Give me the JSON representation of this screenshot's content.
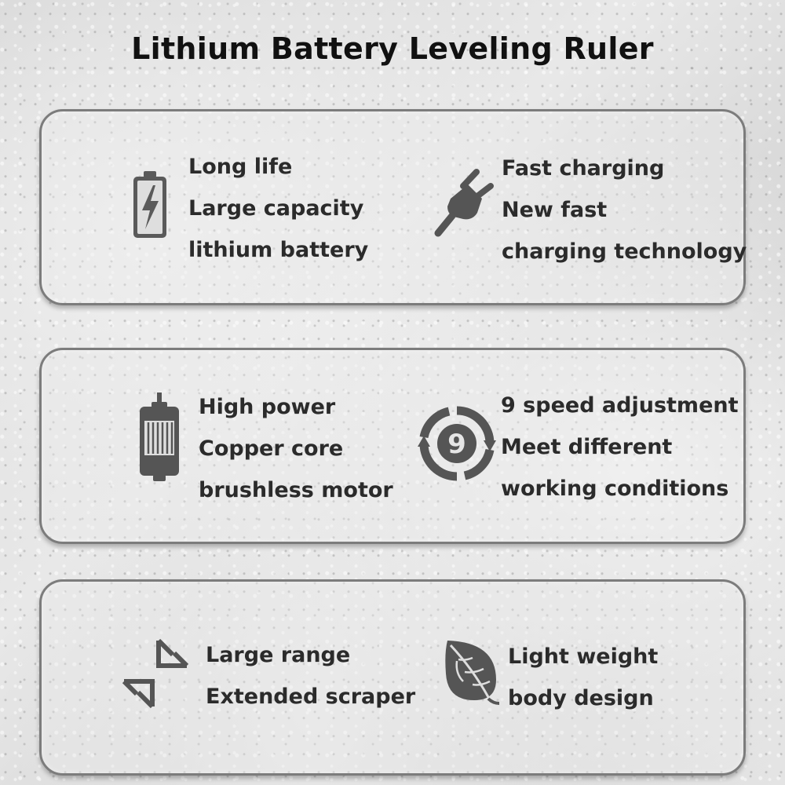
{
  "title": "Lithium Battery Leveling Ruler",
  "accent_color": "#5a5a5a",
  "panels": [
    {
      "left": {
        "icon": "battery-charging-icon",
        "lines": [
          "Long life",
          "Large capacity",
          "lithium battery"
        ]
      },
      "right": {
        "icon": "power-plug-icon",
        "lines": [
          "Fast charging",
          "New fast",
          "charging technology"
        ]
      }
    },
    {
      "left": {
        "icon": "motor-icon",
        "lines": [
          "High power",
          "Copper core",
          "brushless motor"
        ]
      },
      "right": {
        "icon": "speed-9-cycle-icon",
        "badge": "9",
        "lines": [
          "9 speed adjustment",
          "Meet different",
          "working conditions"
        ]
      }
    },
    {
      "left": {
        "icon": "expand-arrows-icon",
        "lines": [
          "Large range",
          "Extended scraper"
        ]
      },
      "right": {
        "icon": "leaf-icon",
        "lines": [
          "Light weight",
          "body design"
        ]
      }
    }
  ]
}
